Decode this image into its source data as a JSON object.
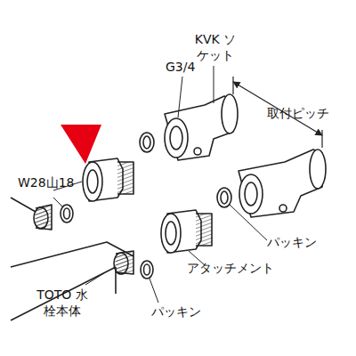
{
  "diagram": {
    "labels": [
      "KVK ソケット",
      "G3/4",
      "取付ピッチ",
      "W28山18",
      "パッキン",
      "アタッチメント",
      "TOTO 水栓本体",
      "パッキン"
    ]
  }
}
